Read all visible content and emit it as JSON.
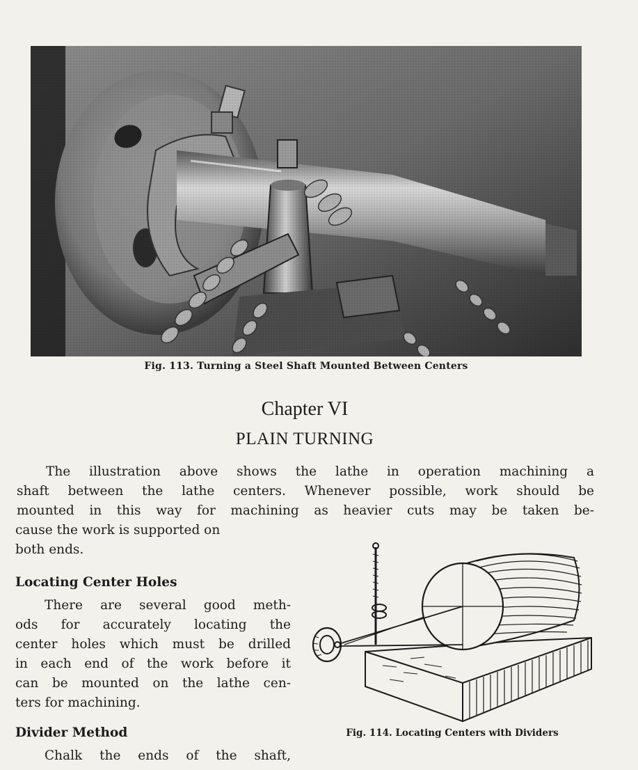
{
  "figure_113": {
    "caption": "Fig. 113. Turning a Steel Shaft Mounted Between Centers"
  },
  "chapter": {
    "number": "Chapter VI",
    "title": "PLAIN TURNING"
  },
  "intro": {
    "lines": [
      "The illustration above shows the lathe in operation machining a",
      "shaft between the lathe centers. Whenever possible, work should be",
      "mounted in this way for machining as heavier cuts may be taken be-",
      "cause the work is supported on",
      "both ends."
    ]
  },
  "locating_center_holes": {
    "heading": "Locating Center Holes",
    "lines": [
      "There are several good meth-",
      "ods for accurately locating the",
      "center holes which must be drilled",
      "in each end of the work before it",
      "can be mounted on the lathe cen-",
      "ters for machining."
    ]
  },
  "divider_method": {
    "heading": "Divider Method",
    "lines": [
      "Chalk the ends of the shaft,"
    ]
  },
  "figure_114": {
    "caption": "Fig. 114. Locating Centers with Dividers"
  }
}
